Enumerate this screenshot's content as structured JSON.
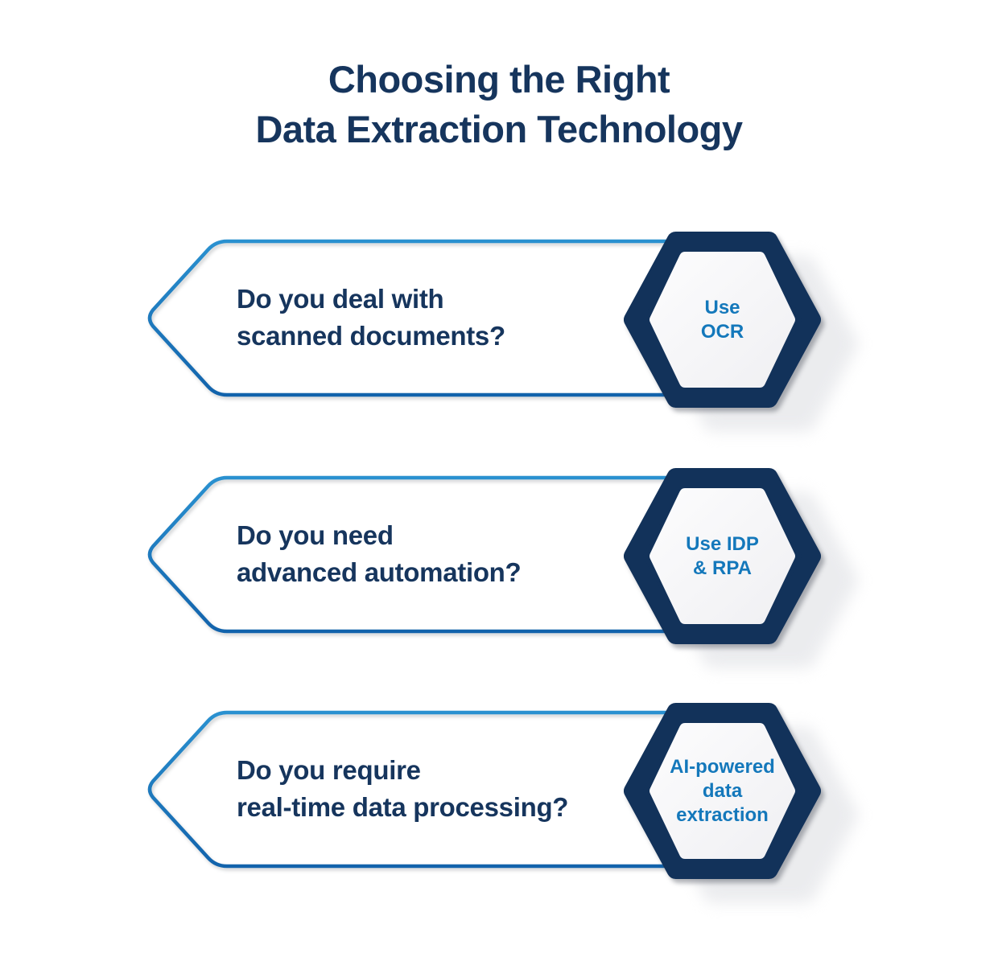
{
  "title": "Choosing the Right\nData Extraction Technology",
  "rows": [
    {
      "question": "Do you deal with\nscanned documents?",
      "answer": "Use\nOCR"
    },
    {
      "question": "Do you need\nadvanced automation?",
      "answer": "Use IDP\n& RPA"
    },
    {
      "question": "Do you require\nreal-time data processing?",
      "answer": "AI-powered\ndata\nextraction"
    }
  ],
  "colors": {
    "background": "#ffffff",
    "title_navy": "#16355d",
    "question_navy": "#16355d",
    "hexagon_border_navy": "#12325a",
    "hexagon_fill": "#f6f6f8",
    "answer_blue": "#1478bb",
    "arrow_stroke_top": "#2a91d0",
    "arrow_stroke_bottom": "#1263ac",
    "shadow_gray": "#e8e9ec"
  }
}
